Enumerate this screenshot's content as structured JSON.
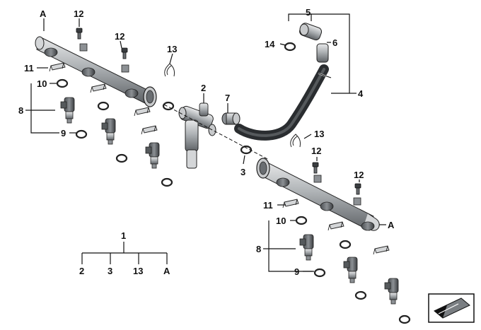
{
  "callouts": {
    "a_top": "A",
    "a_right": "A",
    "c12_a": "12",
    "c12_b": "12",
    "c12_c": "12",
    "c12_d": "12",
    "c13_a": "13",
    "c13_b": "13",
    "c11_a": "11",
    "c11_b": "11",
    "c10_a": "10",
    "c10_b": "10",
    "c8_a": "8",
    "c8_b": "8",
    "c9_a": "9",
    "c9_b": "9",
    "c2": "2",
    "c7": "7",
    "c3": "3",
    "c5": "5",
    "c14": "14",
    "c6": "6",
    "c4": "4"
  },
  "legend_tree": {
    "root": "1",
    "children": [
      "2",
      "3",
      "13",
      "A"
    ]
  },
  "colors": {
    "ink": "#111111",
    "part_fill": "#b9bcbe",
    "part_dark": "#55595c",
    "hose": "#2a2d30"
  },
  "icons": {
    "corner_symbol": "direction-arrow-icon"
  }
}
